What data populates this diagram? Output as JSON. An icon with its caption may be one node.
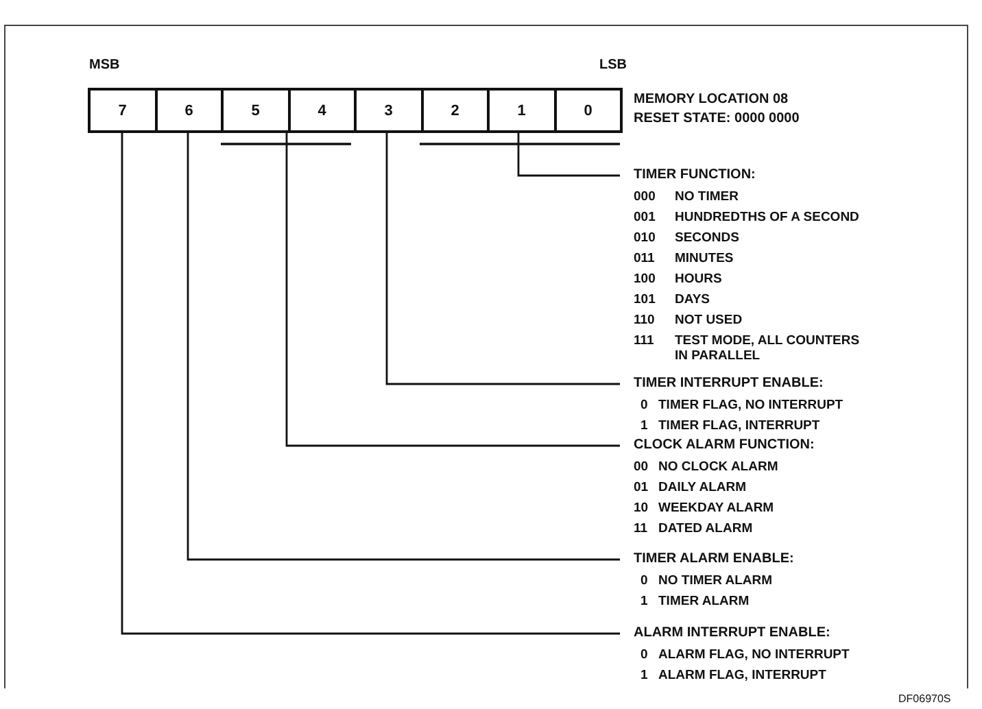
{
  "diagram": {
    "nodes": [
      {
        "text": [
          "7"
        ]
      },
      {
        "text": [
          "6"
        ]
      },
      {
        "text": [
          "5"
        ]
      },
      {
        "text": [
          "4"
        ]
      },
      {
        "text": [
          "3"
        ]
      },
      {
        "text": [
          "2"
        ]
      },
      {
        "text": [
          "1"
        ]
      },
      {
        "text": [
          "0"
        ]
      },
      {
        "text": [
          "TIMER FUNCTION:"
        ],
        "beside": [
          "000",
          "NO TIMER",
          "001",
          "HUNDREDTHS OF A SECOND",
          "010",
          "SECONDS",
          "011",
          "MINUTES",
          "100",
          "HOURS",
          "101",
          "DAYS",
          "110",
          "NOT USED",
          "111",
          "TEST MODE, ALL COUNTERS IN PARALLEL"
        ]
      },
      {
        "text": [
          "TIMER INTERRUPT ENABLE:"
        ],
        "beside": [
          "0",
          "TIMER FLAG, NO INTERRUPT",
          "1",
          "TIMER FLAG, INTERRUPT"
        ]
      },
      {
        "text": [
          "CLOCK ALARM FUNCTION:"
        ],
        "beside": [
          "00",
          "NO CLOCK ALARM",
          "01",
          "DAILY ALARM",
          "10",
          "WEEKDAY ALARM",
          "11",
          "DATED ALARM"
        ]
      },
      {
        "text": [
          "TIMER ALARM ENABLE:"
        ],
        "beside": [
          "0",
          "NO TIMER ALARM",
          "1",
          "TIMER ALARM"
        ]
      },
      {
        "text": [
          "ALARM INTERRUPT ENABLE:"
        ],
        "beside": [
          "0",
          "ALARM FLAG, NO INTERRUPT",
          "1",
          "ALARM FLAG, INTERRUPT"
        ]
      }
    ],
    "edges": [
      {
        "from": 6,
        "to": 8,
        "arrow": "none"
      },
      {
        "from": 4,
        "to": 9,
        "arrow": "none"
      },
      {
        "from": 3,
        "to": 10,
        "arrow": "none"
      },
      {
        "from": 1,
        "to": 11,
        "arrow": "none"
      },
      {
        "from": 0,
        "to": 12,
        "arrow": "none"
      }
    ],
    "labels": [
      "MSB",
      "LSB",
      "MEMORY LOCATION 08",
      "RESET STATE: 0000 0000",
      "DF06970S"
    ]
  }
}
